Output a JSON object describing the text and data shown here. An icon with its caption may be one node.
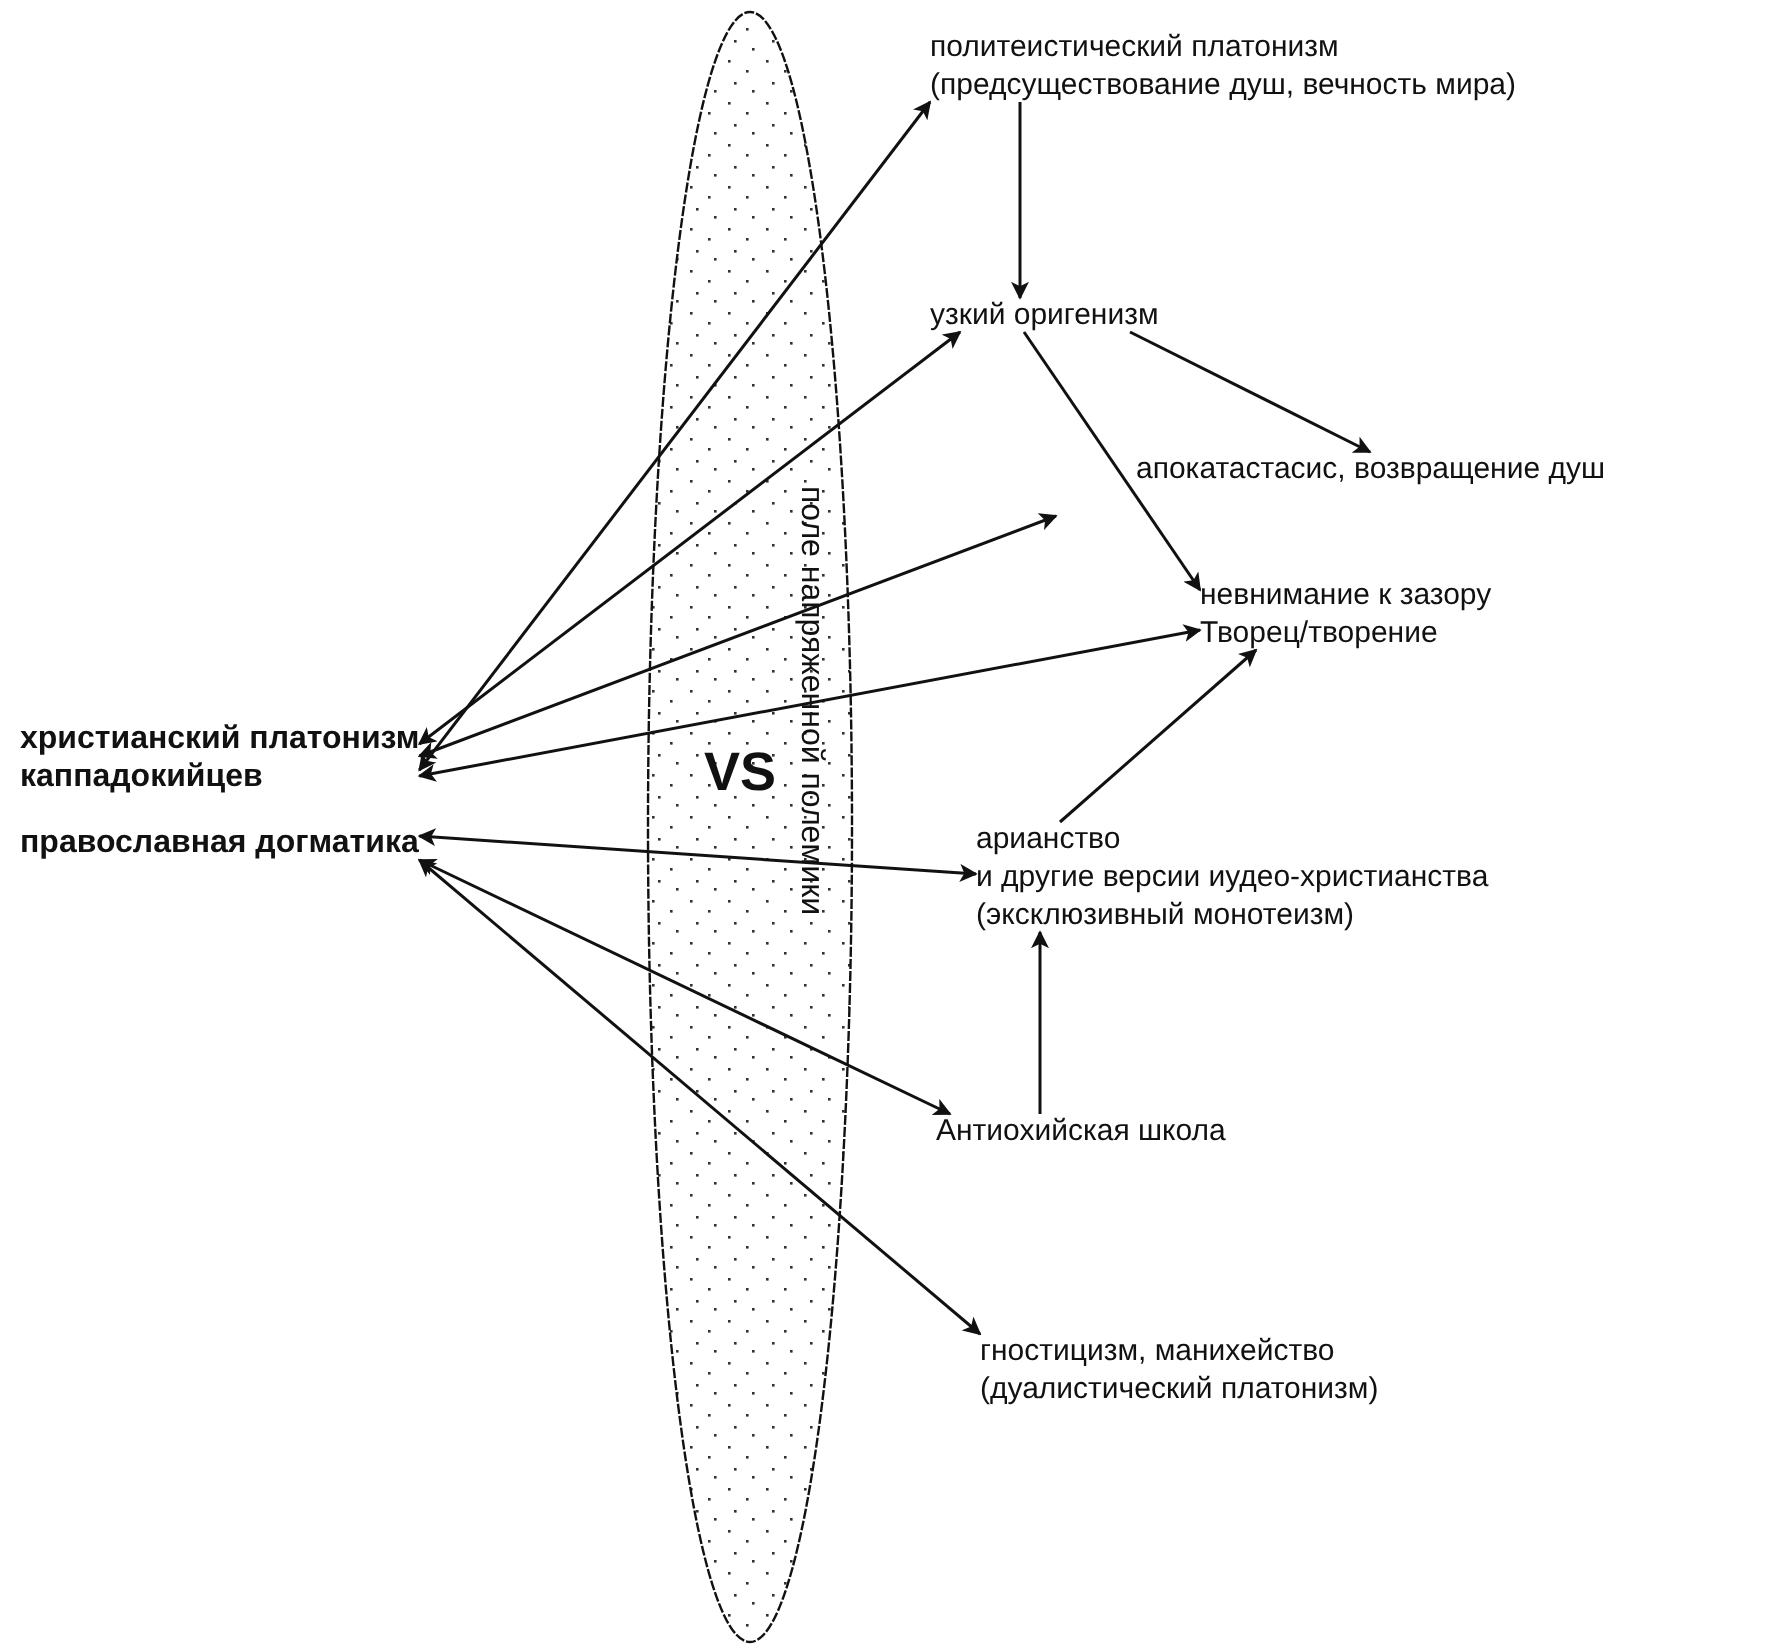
{
  "diagram": {
    "nodes": [
      {
        "text": [
          "христианский платонизм каппадокийцев",
          "православная догматика"
        ]
      },
      {
        "text": [
          "политеистический платонизм",
          "(предсуществование душ, вечность мира)"
        ]
      },
      {
        "text": [
          "узкий оригенизм"
        ]
      },
      {
        "text": [
          "апокатастасис, возвращение душ"
        ]
      },
      {
        "text": [
          "невнимание к зазору Творец/творение"
        ]
      },
      {
        "text": [
          "арианство",
          "и другие версии иудео-христианства (эксклюзивный монотеизм)"
        ]
      },
      {
        "text": [
          "Антиохийская школа"
        ]
      },
      {
        "text": [
          "гностицизм, манихейство",
          "(дуалистический платонизм)"
        ]
      }
    ],
    "edges": [
      {
        "from": 1,
        "to": 2,
        "arrow": "to"
      },
      {
        "from": 2,
        "to": 3,
        "arrow": "to"
      },
      {
        "from": 2,
        "to": 4,
        "arrow": "to"
      },
      {
        "from": 5,
        "to": 4,
        "arrow": "to"
      },
      {
        "from": 6,
        "to": 5,
        "arrow": "to"
      },
      {
        "from": 0,
        "to": 1,
        "arrow": "both"
      },
      {
        "from": 0,
        "to": 2,
        "arrow": "both"
      },
      {
        "from": 0,
        "to": null,
        "arrow": "both"
      },
      {
        "from": 0,
        "to": 4,
        "arrow": "both"
      },
      {
        "from": 0,
        "to": 5,
        "arrow": "both"
      },
      {
        "from": 0,
        "to": 6,
        "arrow": "both"
      },
      {
        "from": 0,
        "to": 7,
        "arrow": "both"
      }
    ],
    "labels": [
      "поле напряженной полемики",
      "VS"
    ]
  }
}
